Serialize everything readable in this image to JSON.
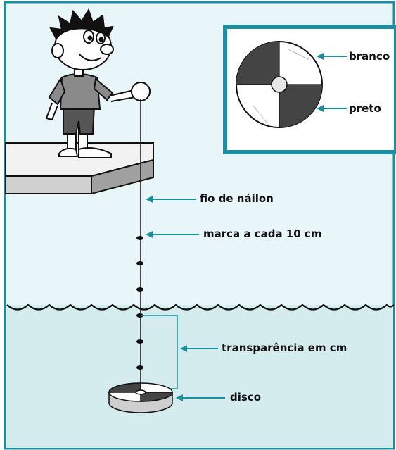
{
  "colors": {
    "teal": "#1c8f9e",
    "sky": "#e9f6f9",
    "water": "#d5ecef",
    "frame": "#1c8f9e",
    "disk_dark": "#444444",
    "text": "#111111"
  },
  "inset": {
    "label_white": "branco",
    "label_black": "preto"
  },
  "labels": {
    "line": "fio de náilon",
    "marks": "marca a cada 10 cm",
    "transparency": "transparência em  cm",
    "disk": "disco"
  },
  "icons": {
    "person": "cartoon-boy-icon",
    "disk": "secchi-disk-icon"
  }
}
